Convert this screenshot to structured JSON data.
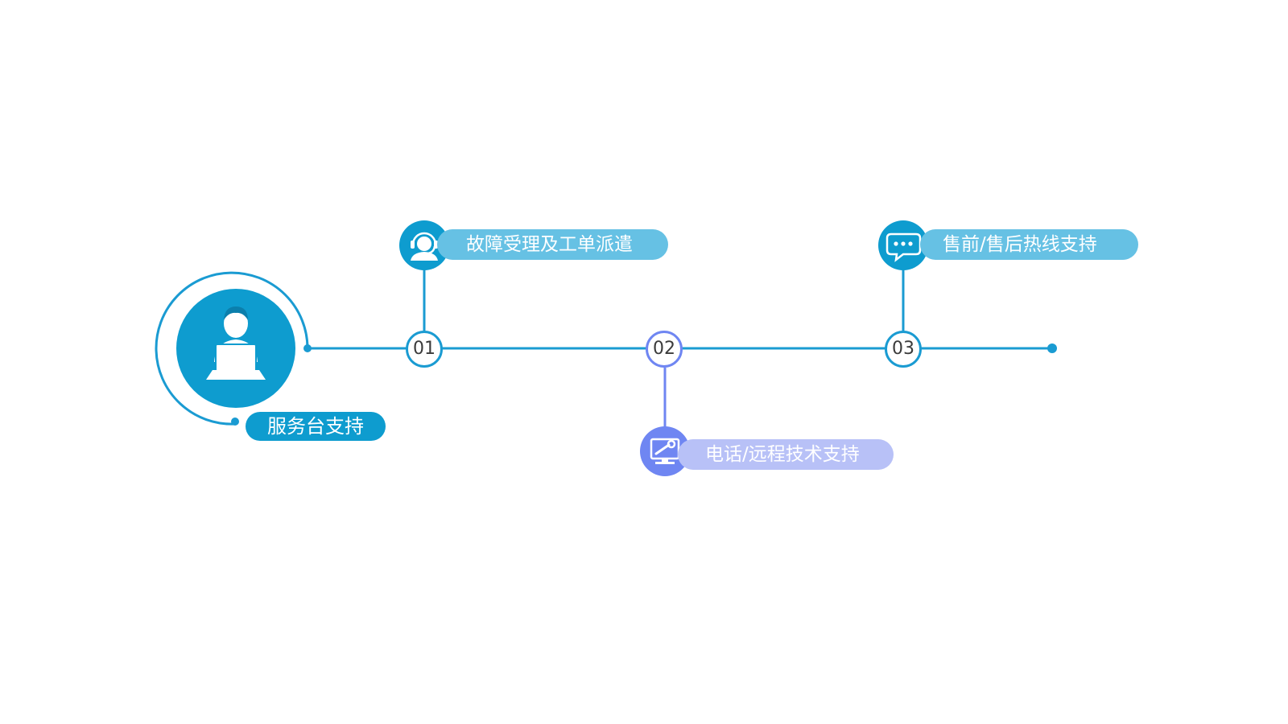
{
  "main": {
    "label": "服务台支持"
  },
  "steps": [
    {
      "number": "01",
      "label": "故障受理及工单派遣"
    },
    {
      "number": "02",
      "label": "电话/远程技术支持"
    },
    {
      "number": "03",
      "label": "售前/售后热线支持"
    }
  ],
  "colors": {
    "primary": "#0e9ccf",
    "primary_light": "#66c1e4",
    "secondary": "#6f86f2",
    "secondary_light": "#b8c1f7"
  },
  "icons": [
    "support-agent-icon",
    "customer-service-headset-icon",
    "monitor-wrench-icon",
    "chat-bubbles-icon"
  ]
}
